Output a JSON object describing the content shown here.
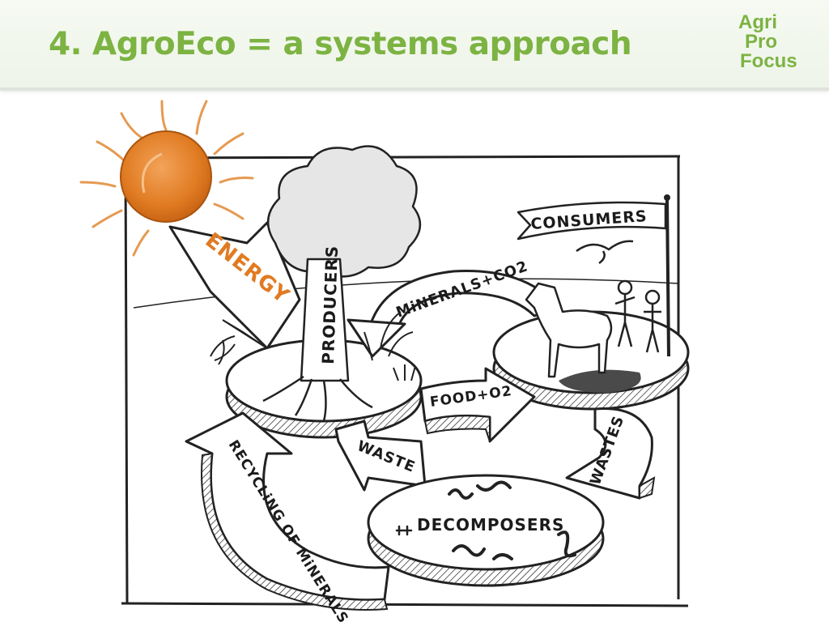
{
  "slide": {
    "title": "4. AgroEco = a systems approach",
    "logo": {
      "line1": "Agri",
      "line2": "Pro",
      "line3": "Focus"
    }
  },
  "diagram": {
    "labels": {
      "energy": "ENERGY",
      "producers": "PRODUCERS",
      "minerals_co2": "MiNERALS+CO2",
      "consumers": "CONSUMERS",
      "food_o2": "FOOD+O2",
      "waste": "WASTE",
      "wastes": "WASTES",
      "decomposers": "DECOMPOSERS",
      "recycling": "RECYCLiNG OF MiNERALS"
    }
  },
  "colors": {
    "title": "#7cb342",
    "sun": "#e07b22",
    "energy_label": "#e07b22",
    "ink": "#1b1b1b"
  }
}
